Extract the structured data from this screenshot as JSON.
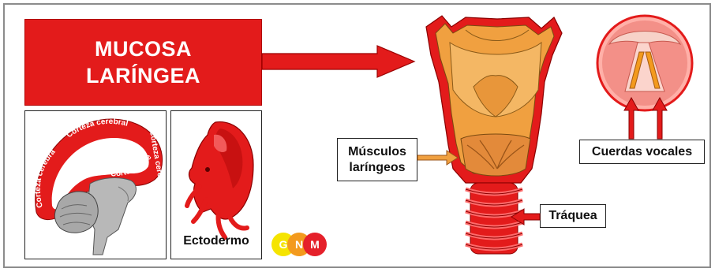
{
  "title": "MUCOSA\nLARÍNGEA",
  "brain_labels": [
    "Corteza cerebral",
    "Corteza cerebral",
    "Corteza cerebral",
    "Corteza cerebral"
  ],
  "embryo_label": "Ectodermo",
  "logo_letters": [
    "G",
    "N",
    "M"
  ],
  "muscles_label": "Músculos\nlaríngeos",
  "trachea_label": "Tráquea",
  "vocal_cords_label": "Cuerdas vocales",
  "colors": {
    "red": "#e31b1b",
    "orange": "#f0a040",
    "logo_yellow": "#f5e400",
    "logo_orange": "#f39a1d",
    "logo_red": "#e5202a"
  }
}
